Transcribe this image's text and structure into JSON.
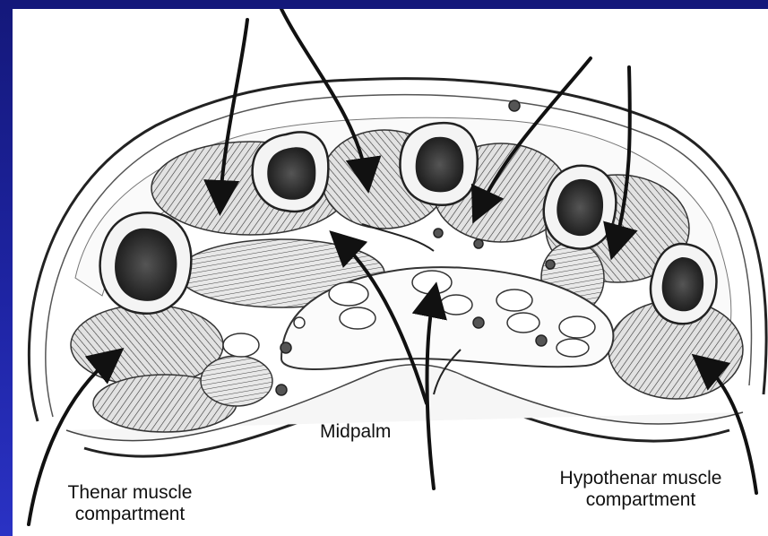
{
  "labels": {
    "midpalm": "Midpalm",
    "thenar": [
      "Thenar muscle",
      "compartment"
    ],
    "hypothenar": [
      "Hypothenar muscle",
      "compartment"
    ]
  },
  "colors": {
    "background": "#1a1f8a",
    "panel": "#ffffff",
    "ink": "#111111",
    "bone": "#3a3a3a",
    "muscle": "#d8d8d8"
  }
}
